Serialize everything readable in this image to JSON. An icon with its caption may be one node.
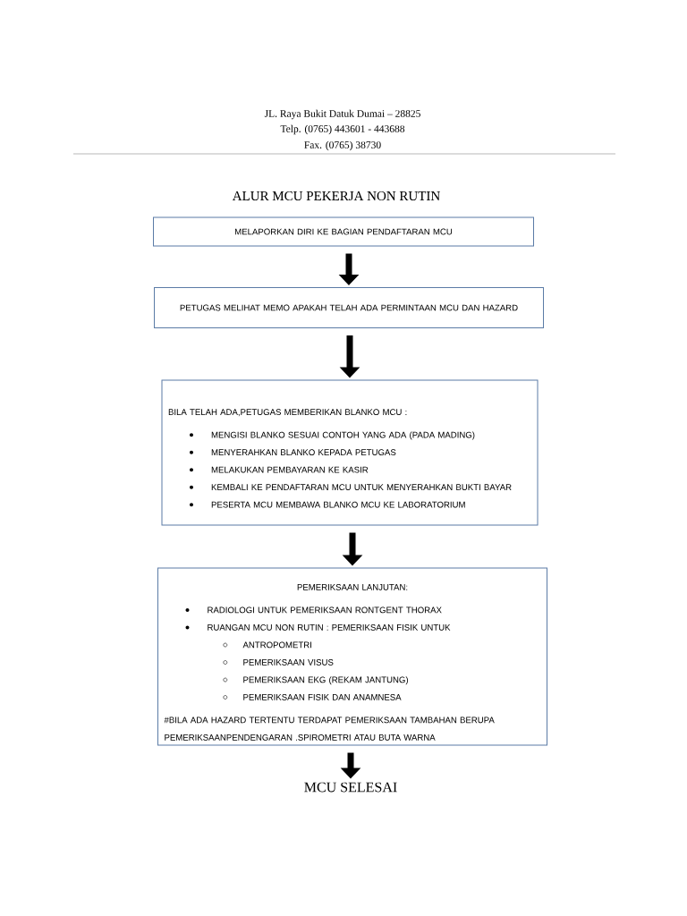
{
  "diagram": {
    "title": "ALUR MCU PEKERJA NON RUTIN",
    "nodes": [
      {
        "text": [
          "MELAPORKAN DIRI KE BAGIAN PENDAFTARAN MCU"
        ]
      },
      {
        "text": [
          "PETUGAS MELIHAT MEMO APAKAH TELAH ADA PERMINTAAN MCU DAN HAZARD"
        ]
      },
      {
        "text": [
          "BILA TELAH ADA,PETUGAS MEMBERIKAN BLANKO MCU :",
          "MENGISI BLANKO SESUAI CONTOH YANG ADA (PADA MADING)",
          "MENYERAHKAN BLANKO KEPADA PETUGAS",
          "MELAKUKAN PEMBAYARAN KE KASIR",
          "KEMBALI KE PENDAFTARAN MCU UNTUK MENYERAHKAN BUKTI BAYAR",
          "PESERTA MCU MEMBAWA BLANKO MCU KE LABORATORIUM"
        ]
      },
      {
        "text": [
          "PEMERIKSAAN LANJUTAN:",
          "RADIOLOGI UNTUK PEMERIKSAAN RONTGENT THORAX",
          "RUANGAN MCU NON RUTIN : PEMERIKSAAN FISIK UNTUK",
          "ANTROPOMETRI",
          "PEMERIKSAAN VISUS",
          "PEMERIKSAAN EKG (REKAM JANTUNG)",
          "PEMERIKSAAN FISIK DAN ANAMNESA",
          "#BILA ADA HAZARD TERTENTU TERDAPAT PEMERIKSAAN TAMBAHAN BERUPA PEMERIKSAANPENDENGARAN .SPIROMETRI ATAU BUTA WARNA"
        ]
      },
      {
        "text": [
          "MCU SELESAI"
        ]
      }
    ],
    "edges": [
      {
        "from": 0,
        "to": 1,
        "arrow": "to"
      },
      {
        "from": 1,
        "to": 2,
        "arrow": "to"
      },
      {
        "from": 2,
        "to": 3,
        "arrow": "to"
      },
      {
        "from": 3,
        "to": 4,
        "arrow": "to"
      }
    ],
    "labels": [
      "JL. Raya Bukit Datuk Dumai – 28825",
      "Telp. (0765) 443601 - 443688",
      "Fax. (0765) 38730"
    ]
  }
}
